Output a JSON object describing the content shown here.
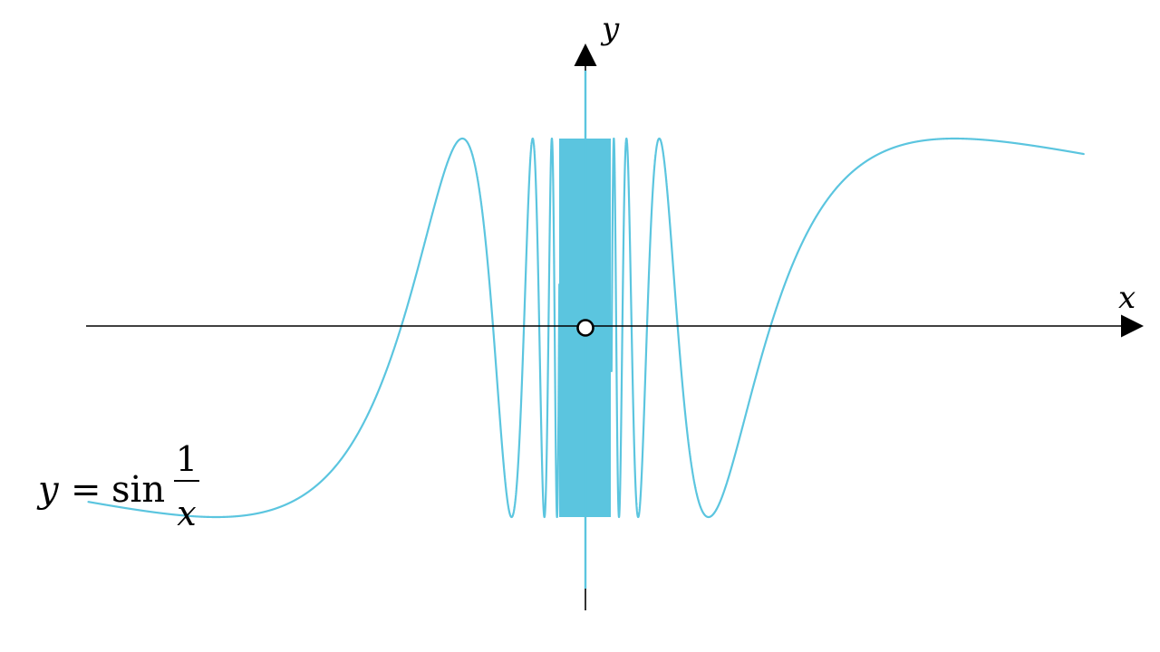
{
  "diagram": {
    "function": "sin(1/x)",
    "axes": {
      "x_label": "x",
      "y_label": "y"
    },
    "curve_label": {
      "lhs": "y",
      "equals": "=",
      "func": "sin",
      "numerator": "1",
      "denominator": "x"
    },
    "origin_marker": "open-circle",
    "colors": {
      "curve": "#5bc5df",
      "axes": "#000000",
      "marker_fill": "#ffffff"
    }
  }
}
